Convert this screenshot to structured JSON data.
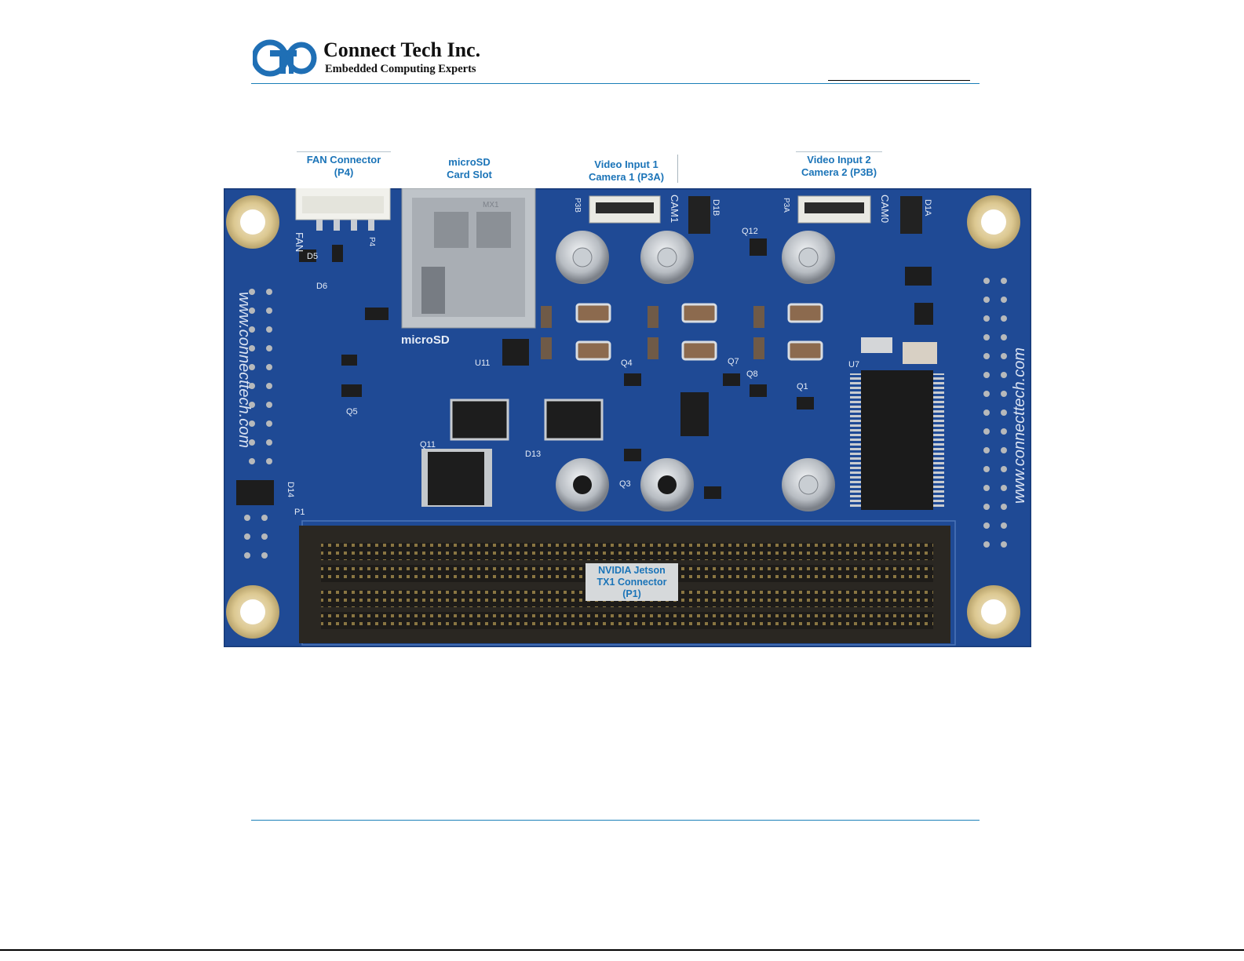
{
  "header": {
    "brand_name": "Connect Tech Inc.",
    "brand_tagline": "Embedded Computing Experts",
    "logo_text": "CTI"
  },
  "callouts": {
    "fan_connector": [
      "FAN Connector",
      "(P4)"
    ],
    "microsd": [
      "microSD",
      "Card Slot"
    ],
    "video_input_1": [
      "Video Input 1",
      "Camera 1 (P3A)"
    ],
    "video_input_2": [
      "Video Input 2",
      "Camera 2 (P3B)"
    ],
    "tx1_connector": [
      "NVIDIA Jetson",
      "TX1 Connector",
      "(P1)"
    ]
  },
  "board_silkscreen": {
    "website": "www.connecttech.com",
    "microsd_label": "microSD",
    "fan_label": "FAN",
    "cam1_label": "CAM1",
    "cam0_label": "CAM0",
    "p3b": "P3B",
    "p3a": "P3A",
    "refs": [
      "D5",
      "D6",
      "D1B",
      "D1A",
      "Q12",
      "Q4",
      "Q7",
      "Q8",
      "Q1",
      "U11",
      "U7",
      "Q5",
      "Q11",
      "D13",
      "Q3",
      "D14",
      "P1",
      "MX1",
      "P4"
    ]
  },
  "colors": {
    "accent_blue": "#1b74b8",
    "rule_blue": "#1a7fb8",
    "board_blue": "#1f4a95",
    "connector_dark": "#2a2722",
    "mount_gold": "#e3d4a6"
  }
}
